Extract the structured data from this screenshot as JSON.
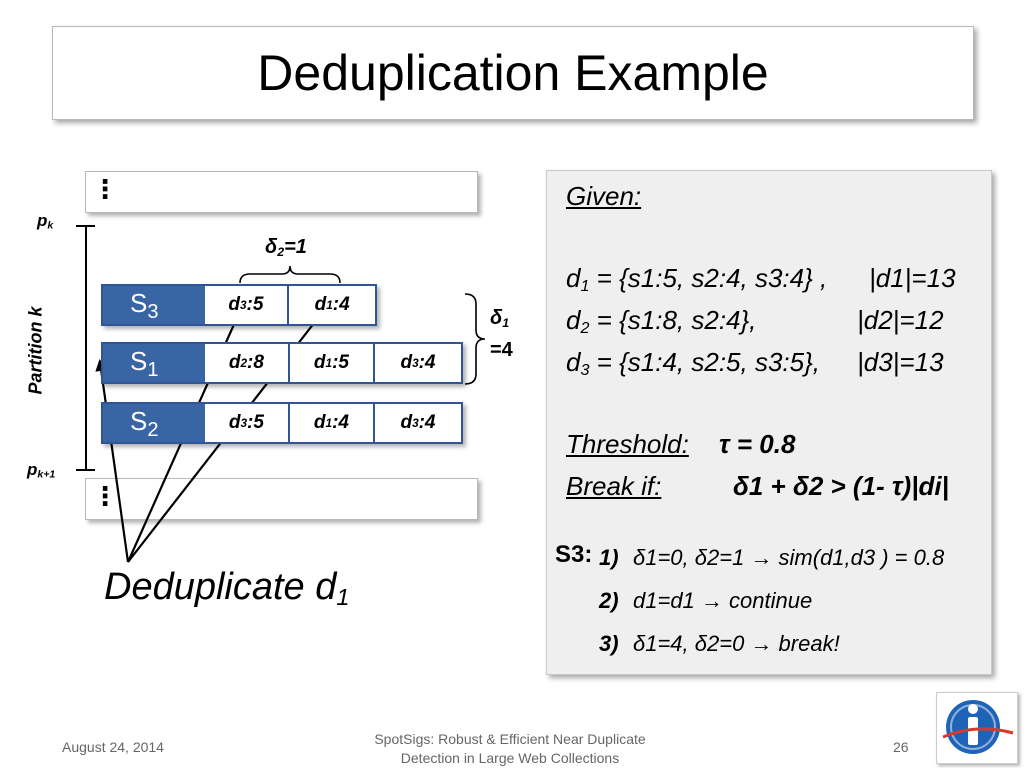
{
  "slide": {
    "title": "Deduplication Example",
    "footer": {
      "date": "August 24, 2014",
      "center_line1": "SpotSigs: Robust & Efficient Near Duplicate",
      "center_line2": "Detection in Large Web Collections",
      "page_number": "26",
      "logo_icon": "stanford-infolab-logo-icon"
    },
    "diagram": {
      "ellipsis_top": "⋮",
      "ellipsis_bottom": "⋮",
      "pk_label": "p",
      "pk_sub": "k",
      "pk1_label": "p",
      "pk1_sub": "k+1",
      "partition_label": "Partition k",
      "delta2_label": "δ",
      "delta2_sub": "2",
      "delta2_value": "=1",
      "delta1_label": "δ",
      "delta1_sub": "1",
      "delta1_value": "=4",
      "deduplicate_text": "Deduplicate d",
      "deduplicate_sub": "1",
      "rows": [
        {
          "label": "S",
          "sub": "3",
          "cells": [
            {
              "d": "d",
              "sub": "3",
              "val": ":5"
            },
            {
              "d": "d",
              "sub": "1",
              "val": ":4"
            }
          ]
        },
        {
          "label": "S",
          "sub": "1",
          "cells": [
            {
              "d": "d",
              "sub": "2",
              "val": ":8"
            },
            {
              "d": "d",
              "sub": "1",
              "val": ":5"
            },
            {
              "d": "d",
              "sub": "3",
              "val": ":4"
            }
          ]
        },
        {
          "label": "S",
          "sub": "2",
          "cells": [
            {
              "d": "d",
              "sub": "3",
              "val": ":5"
            },
            {
              "d": "d",
              "sub": "1",
              "val": ":4"
            },
            {
              "d": "d",
              "sub": "3",
              "val": ":4"
            }
          ]
        }
      ]
    },
    "given": {
      "heading": "Given:",
      "d1_set": "= {s1:5, s2:4, s3:4} ,",
      "d1_size": "|d1|=13",
      "d2_set": "= {s1:8, s2:4},",
      "d2_size": "|d2|=12",
      "d3_set": "= {s1:4, s2:5, s3:5},",
      "d3_size": "|d3|=13",
      "threshold_label": "Threshold:",
      "threshold_value": "τ = 0.8",
      "break_label": "Break if:",
      "break_condition": "δ1 + δ2 > (1- τ)|di|",
      "s3_label": "S3:",
      "step1_num": "1)",
      "step1_text": "δ1=0, δ2=1 → sim(d1,d3 ) = 0.8",
      "step2_num": "2)",
      "step2_text": "d1=d1 → continue",
      "step3_num": "3)",
      "step3_text": "δ1=4, δ2=0 → break!"
    }
  }
}
